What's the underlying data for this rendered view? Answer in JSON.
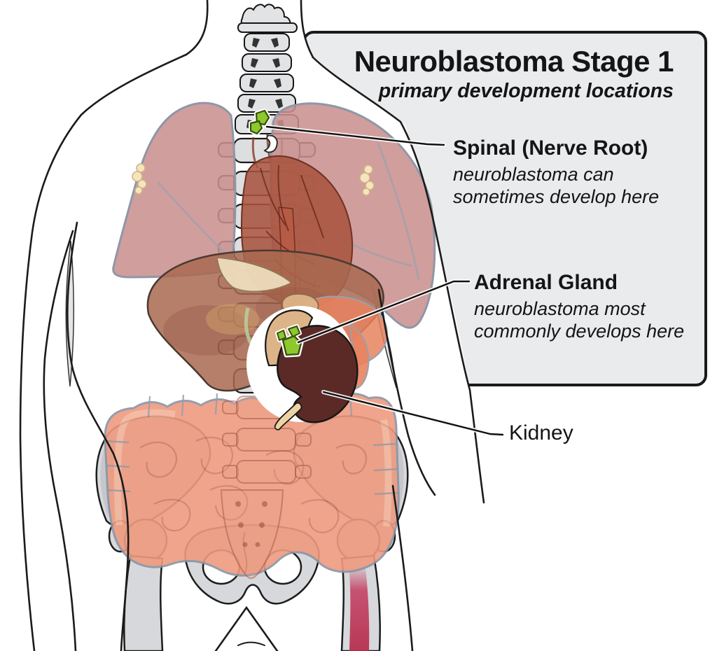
{
  "page": {
    "background": "#ffffff"
  },
  "info_panel": {
    "title": "Neuroblastoma Stage 1",
    "subtitle": "primary development locations",
    "background": "#eaebec",
    "border_color": "#1a1a1a"
  },
  "annotations": {
    "spinal": {
      "title": "Spinal (Nerve Root)",
      "desc_line1": "neuroblastoma can",
      "desc_line2": "sometimes develop here"
    },
    "adrenal": {
      "title": "Adrenal Gland",
      "desc_line1": "neuroblastoma most",
      "desc_line2": "commonly develops here"
    },
    "kidney": {
      "title": "Kidney"
    }
  },
  "colors": {
    "tumor_green": "#8ec72e",
    "kidney_maroon": "#5b2a27",
    "adrenal_tan": "#dcb488",
    "lung_pink": "#c9908d",
    "heart_red": "#a9543f",
    "liver_brown": "#a96950",
    "intestine_salmon": "#ee9b7f",
    "bone_gray": "#d6d8db",
    "marrow_crimson": "#c43a5e",
    "lymph_cream": "#f6e4bd"
  }
}
